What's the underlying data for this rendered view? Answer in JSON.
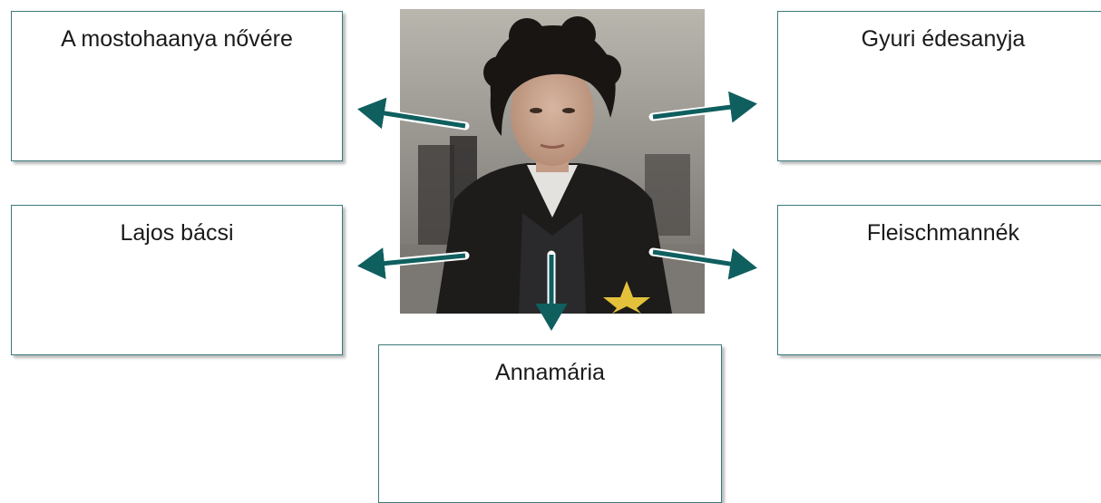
{
  "boxes": {
    "top_left": "A mostohaanya nővére",
    "top_right": "Gyuri édesanyja",
    "mid_left": "Lajos bácsi",
    "mid_right": "Fleischmannék",
    "bottom_center": "Annamária"
  },
  "photo": {
    "icon": "portrait-photo"
  },
  "colors": {
    "arrow": "#0f5f5f",
    "box_border": "#3c7a7a",
    "star": "#e3c13a"
  }
}
